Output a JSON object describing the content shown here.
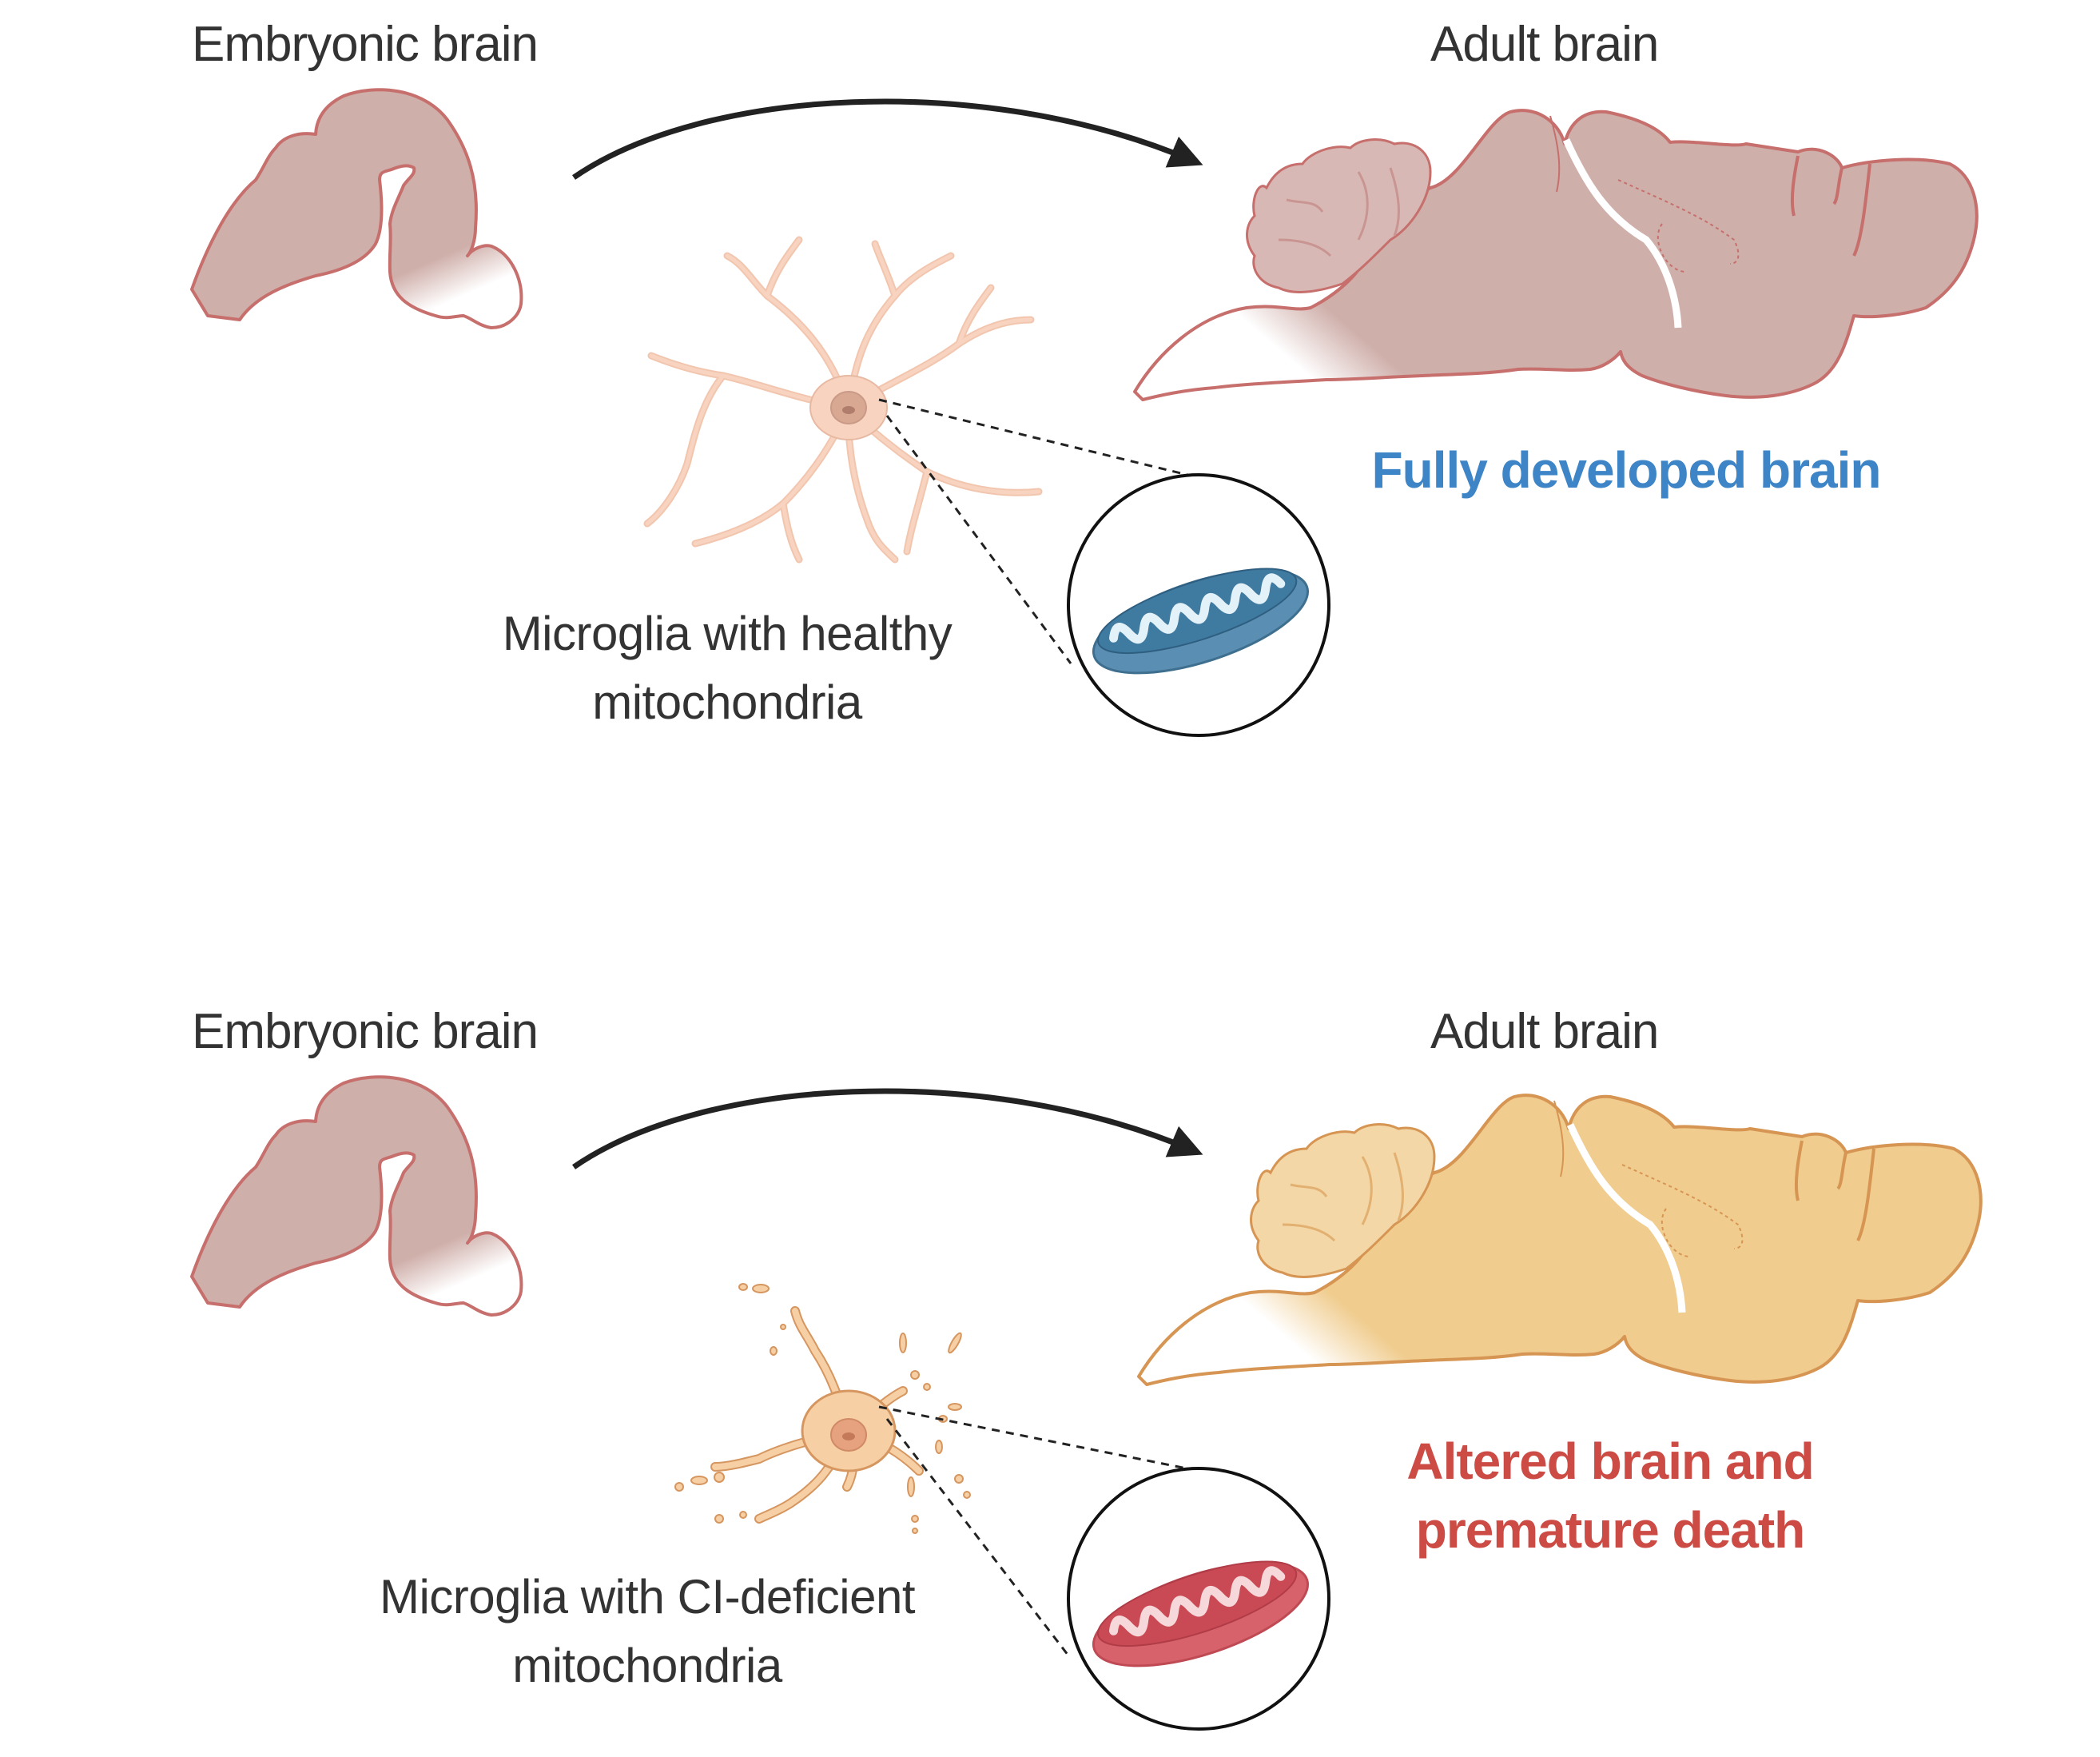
{
  "colors": {
    "embryo_fill": "#cfafaa",
    "embryo_stroke": "#c66f6c",
    "healthy_brain_fill": "#cfafaa",
    "healthy_brain_stroke": "#c66f6c",
    "healthy_cerebellum_fill": "#d8b8b4",
    "altered_brain_fill": "#f0cc8e",
    "altered_brain_stroke": "#d69552",
    "altered_cerebellum_fill": "#f3d7a6",
    "microglia_healthy_fill": "#f7d3c0",
    "microglia_healthy_stroke": "#c99a86",
    "microglia_deficient_fill": "#f6cfa4",
    "microglia_deficient_stroke": "#d69660",
    "mito_healthy_outer": "#4f86ab",
    "mito_healthy_inner": "#e3f1f8",
    "mito_deficient_outer": "#d8626b",
    "mito_deficient_inner": "#f6d8da",
    "arrow": "#222222",
    "outcome_healthy": "#3d85c6",
    "outcome_deficient": "#cc4b44"
  },
  "panels": [
    {
      "id": "healthy",
      "embryonic_label": "Embryonic brain",
      "adult_label": "Adult brain",
      "microglia_caption_line1": "Microglia with healthy",
      "microglia_caption_line2": "mitochondria",
      "outcome_line1": "Fully developed brain",
      "outcome_line2": "",
      "icons": [
        "embryonic-brain-icon",
        "development-arrow-icon",
        "adult-brain-icon",
        "ramified-microglia-icon",
        "healthy-mitochondrion-icon"
      ]
    },
    {
      "id": "deficient",
      "embryonic_label": "Embryonic brain",
      "adult_label": "Adult brain",
      "microglia_caption_line1": "Microglia with CI-deficient",
      "microglia_caption_line2": "mitochondria",
      "outcome_line1": "Altered brain and",
      "outcome_line2": "premature death",
      "icons": [
        "embryonic-brain-icon",
        "development-arrow-icon",
        "adult-brain-icon",
        "fragmented-microglia-icon",
        "deficient-mitochondrion-icon"
      ]
    }
  ]
}
